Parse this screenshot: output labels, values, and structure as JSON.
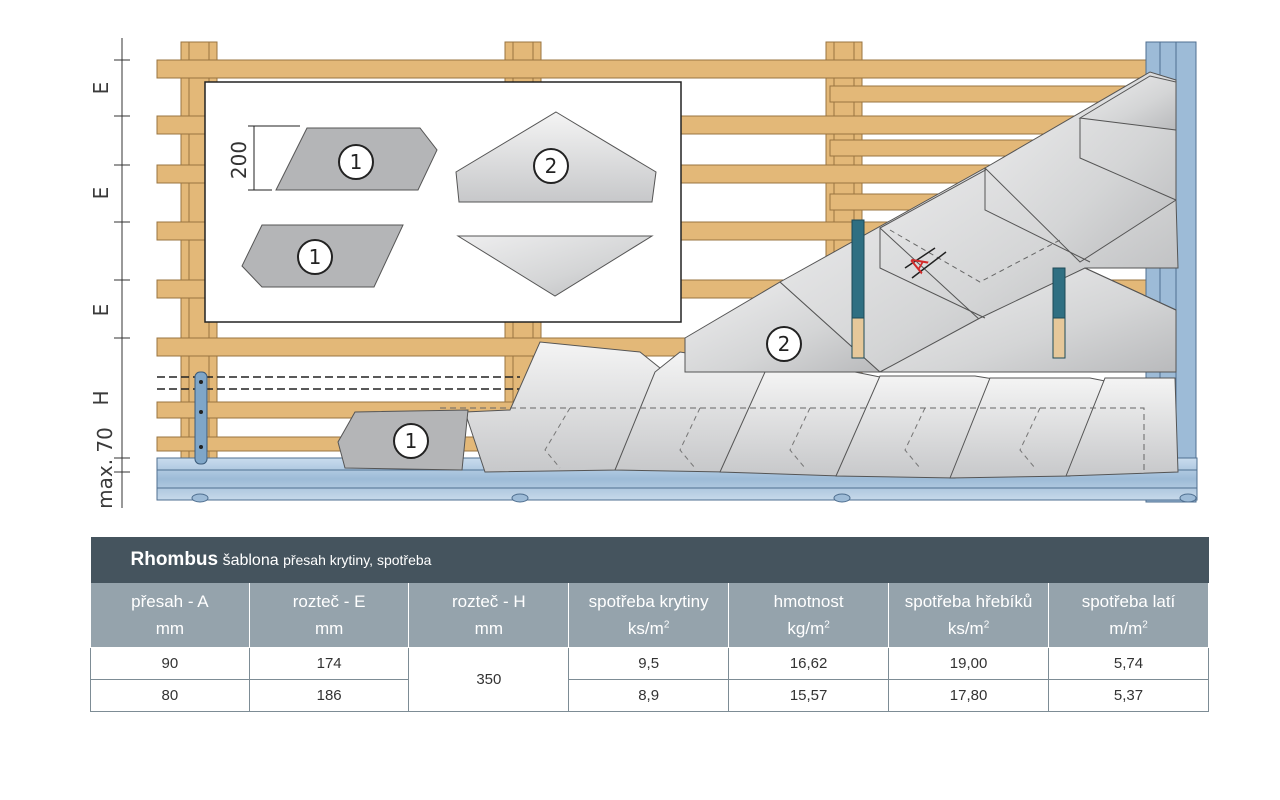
{
  "diagram": {
    "dimensions": [
      {
        "id": "E1",
        "text": "E"
      },
      {
        "id": "E2",
        "text": "E"
      },
      {
        "id": "E3",
        "text": "E"
      },
      {
        "id": "H",
        "text": "H"
      },
      {
        "id": "max70",
        "text": "max. 70"
      },
      {
        "id": "h200",
        "text": "200"
      },
      {
        "id": "A",
        "text": "A"
      }
    ],
    "tile_badges": [
      "1",
      "2",
      "1",
      "1",
      "2"
    ],
    "colors": {
      "batten": "#e3b878",
      "batten_edge": "#a07840",
      "tile": "#d8d9da",
      "tile_grey": "#b4b5b7",
      "gutter": "#a9c5df",
      "gutter_edge": "#4f6f90",
      "bracket": "#2f6f82",
      "accent_red": "#d22b2b"
    }
  },
  "table": {
    "title": {
      "strong": "Rhombus",
      "rest": "šablona",
      "small": "přesah krytiny, spotřeba"
    },
    "headers": [
      {
        "line1": "přesah - A",
        "line2": "mm",
        "sup": ""
      },
      {
        "line1": "rozteč - E",
        "line2": "mm",
        "sup": ""
      },
      {
        "line1": "rozteč - H",
        "line2": "mm",
        "sup": ""
      },
      {
        "line1": "spotřeba krytiny",
        "line2": "ks/m",
        "sup": "2"
      },
      {
        "line1": "hmotnost",
        "line2": "kg/m",
        "sup": "2"
      },
      {
        "line1": "spotřeba hřebíků",
        "line2": "ks/m",
        "sup": "2"
      },
      {
        "line1": "spotřeba latí",
        "line2": "m/m",
        "sup": "2"
      }
    ],
    "rows": [
      [
        "90",
        "174",
        "350",
        "9,5",
        "16,62",
        "19,00",
        "5,74"
      ],
      [
        "80",
        "186",
        "",
        "8,9",
        "15,57",
        "17,80",
        "5,37"
      ]
    ]
  }
}
